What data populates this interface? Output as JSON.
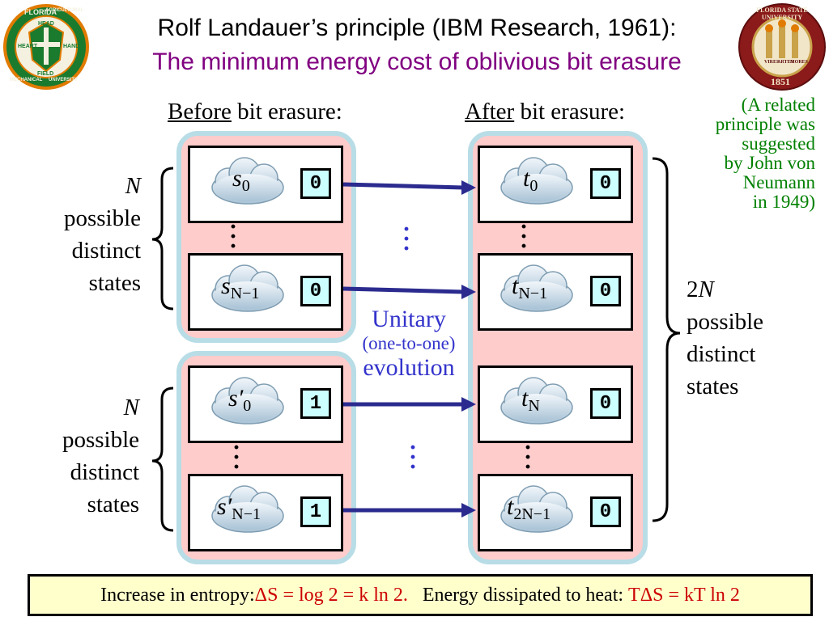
{
  "title": {
    "line1": "Rolf Landauer’s principle (IBM Research, 1961):",
    "line2": "The minimum energy cost of oblivious bit erasure"
  },
  "logos": {
    "left": {
      "text": [
        "FLORIDA",
        "AGRICULTURAL",
        "MECHANICAL",
        "UNIVERSITY",
        "HEAD",
        "HEART",
        "HAND",
        "FIELD"
      ]
    },
    "right": {
      "text": [
        "FLORIDA STATE UNIVERSITY",
        "1851",
        "VIRES",
        "ARTES",
        "MORES"
      ]
    }
  },
  "headers": {
    "before_u": "Before",
    "before_rest": " bit erasure:",
    "after_u": "After",
    "after_rest": " bit erasure:"
  },
  "note": [
    "(A related",
    "principle was",
    "suggested",
    "by John von",
    "Neumann",
    "in 1949)"
  ],
  "left_group_label": {
    "var": "N",
    "lines": [
      "possible",
      "distinct",
      "states"
    ]
  },
  "right_group_label": {
    "pre": "2",
    "var": "N",
    "lines": [
      "possible",
      "distinct",
      "states"
    ]
  },
  "before_states": [
    {
      "base": "s",
      "prime": "",
      "sub": "0",
      "bit": "0"
    },
    {
      "base": "s",
      "prime": "",
      "sub": "N−1",
      "bit": "0"
    },
    {
      "base": "s",
      "prime": "′",
      "sub": "0",
      "bit": "1"
    },
    {
      "base": "s",
      "prime": "′",
      "sub": "N−1",
      "bit": "1"
    }
  ],
  "after_states": [
    {
      "base": "t",
      "sub": "0",
      "bit": "0"
    },
    {
      "base": "t",
      "sub": "N−1",
      "bit": "0"
    },
    {
      "base": "t",
      "sub": "N",
      "bit": "0"
    },
    {
      "base": "t",
      "sub": "2N−1",
      "bit": "0"
    }
  ],
  "evolution": {
    "line1": "Unitary",
    "line2": "(one-to-one)",
    "line3": "evolution"
  },
  "bottom": {
    "p1": "Increase in entropy: ",
    "p2": "ΔS = log 2 = k ln 2.",
    "p3": "   Energy dissipated to heat: ",
    "p4": "TΔS = kT ln 2"
  },
  "colors": {
    "arrow": "#2b2b8f",
    "group_fill": "#ffcccc",
    "group_border": "#b8dde6",
    "bit_fill": "#ccffff"
  }
}
